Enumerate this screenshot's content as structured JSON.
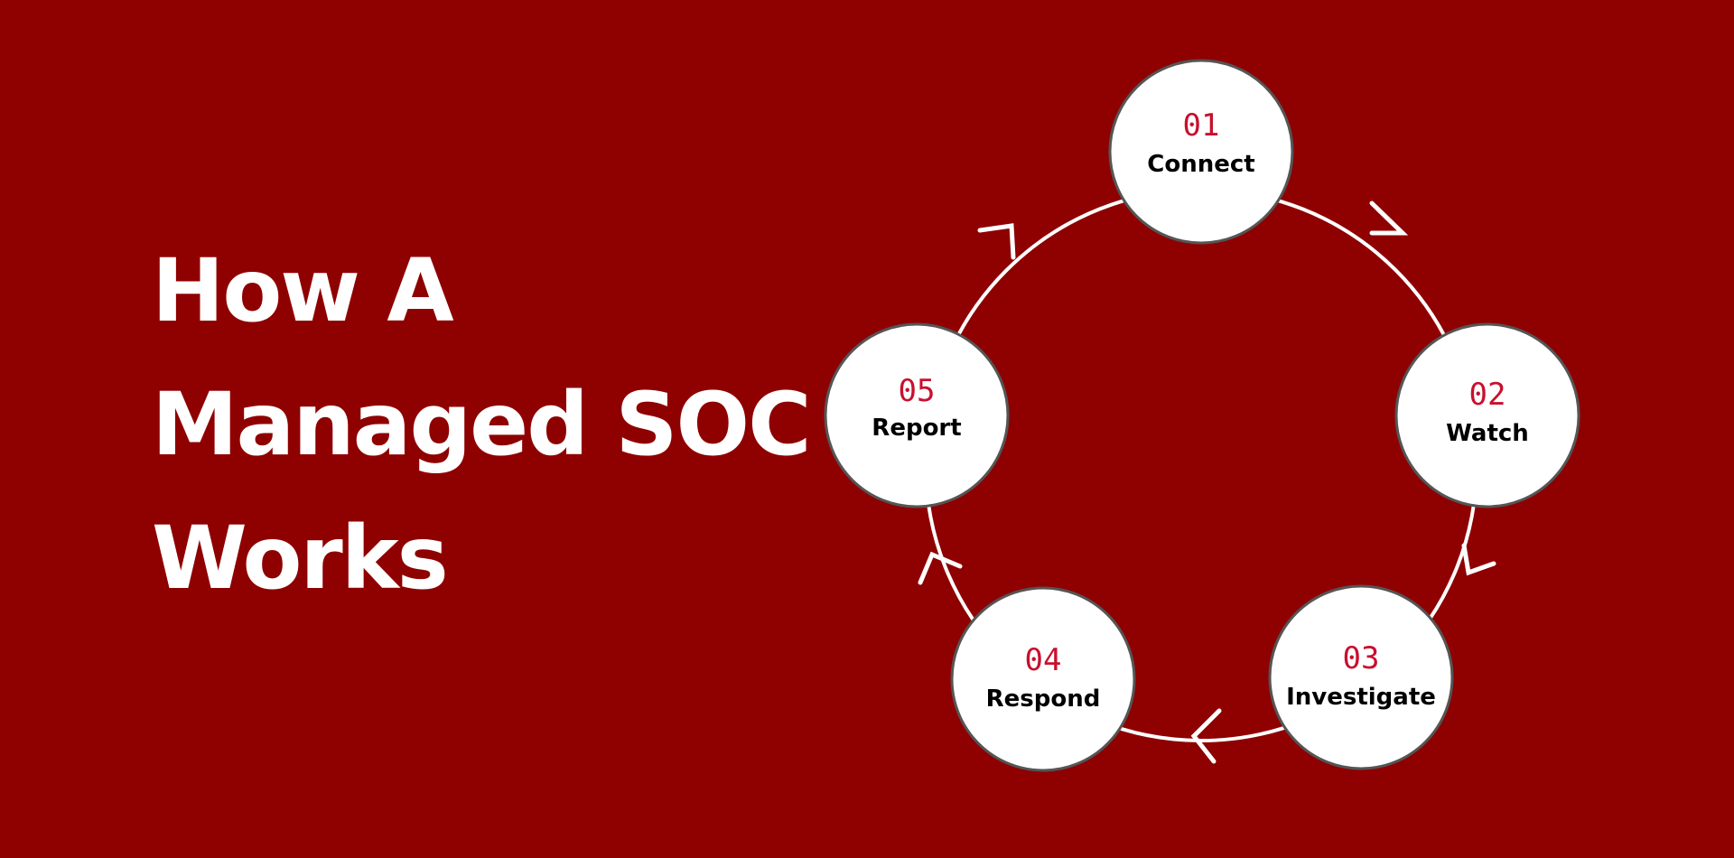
{
  "title": {
    "line1": "How A",
    "line2": "Managed SOC",
    "line3": "Works"
  },
  "colors": {
    "background": "#8f0000",
    "number": "#c8102e",
    "circle_fill": "#ffffff",
    "circle_border": "#555555",
    "ring": "#ffffff"
  },
  "steps": [
    {
      "number": "01",
      "label": "Connect"
    },
    {
      "number": "02",
      "label": "Watch"
    },
    {
      "number": "03",
      "label": "Investigate"
    },
    {
      "number": "04",
      "label": "Respond"
    },
    {
      "number": "05",
      "label": "Report"
    }
  ]
}
